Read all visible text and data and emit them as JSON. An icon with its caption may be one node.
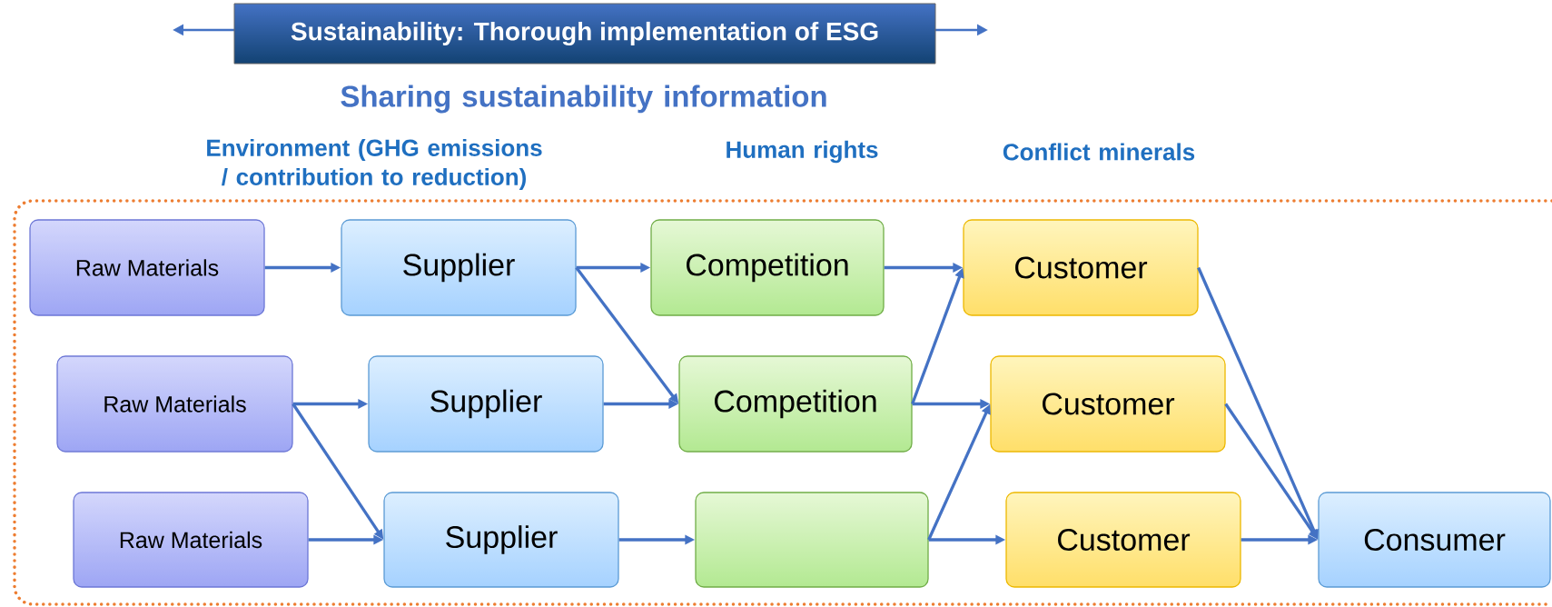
{
  "diagram": {
    "title": "Sustainability: Thorough implementation of ESG",
    "nodes": [
      {
        "text": [
          "Raw Materials"
        ]
      },
      {
        "text": [
          "Supplier"
        ]
      },
      {
        "text": [
          "Competition"
        ]
      },
      {
        "text": [
          "Customer"
        ]
      },
      {
        "text": [
          "Raw Materials"
        ]
      },
      {
        "text": [
          "Supplier"
        ]
      },
      {
        "text": [
          "Competition"
        ]
      },
      {
        "text": [
          "Customer"
        ]
      },
      {
        "text": [
          "Raw Materials"
        ]
      },
      {
        "text": [
          "Supplier"
        ]
      },
      {
        "text": [],
        "shape": "box"
      },
      {
        "text": [
          "Customer"
        ]
      },
      {
        "text": [
          "Consumer"
        ]
      }
    ],
    "edges": [
      {
        "from": 0,
        "to": 1,
        "arrow": "to"
      },
      {
        "from": 1,
        "to": 2,
        "arrow": "to"
      },
      {
        "from": 1,
        "to": 6,
        "arrow": "to"
      },
      {
        "from": 2,
        "to": 3,
        "arrow": "to"
      },
      {
        "from": 3,
        "to": 12,
        "arrow": "to"
      },
      {
        "from": 4,
        "to": 5,
        "arrow": "to"
      },
      {
        "from": 4,
        "to": 9,
        "arrow": "to"
      },
      {
        "from": 5,
        "to": 6,
        "arrow": "to"
      },
      {
        "from": 6,
        "to": 3,
        "arrow": "to"
      },
      {
        "from": 6,
        "to": 7,
        "arrow": "to"
      },
      {
        "from": 7,
        "to": 12,
        "arrow": "to"
      },
      {
        "from": 8,
        "to": 9,
        "arrow": "to"
      },
      {
        "from": 9,
        "to": 10,
        "arrow": "to"
      },
      {
        "from": 10,
        "to": 7,
        "arrow": "to"
      },
      {
        "from": 10,
        "to": 11,
        "arrow": "to"
      },
      {
        "from": 11,
        "to": 12,
        "arrow": "to"
      }
    ],
    "labels": [
      "Sharing sustainability information",
      "Environment (GHG emissions / contribution to reduction)",
      "Human rights",
      "Conflict minerals"
    ]
  }
}
